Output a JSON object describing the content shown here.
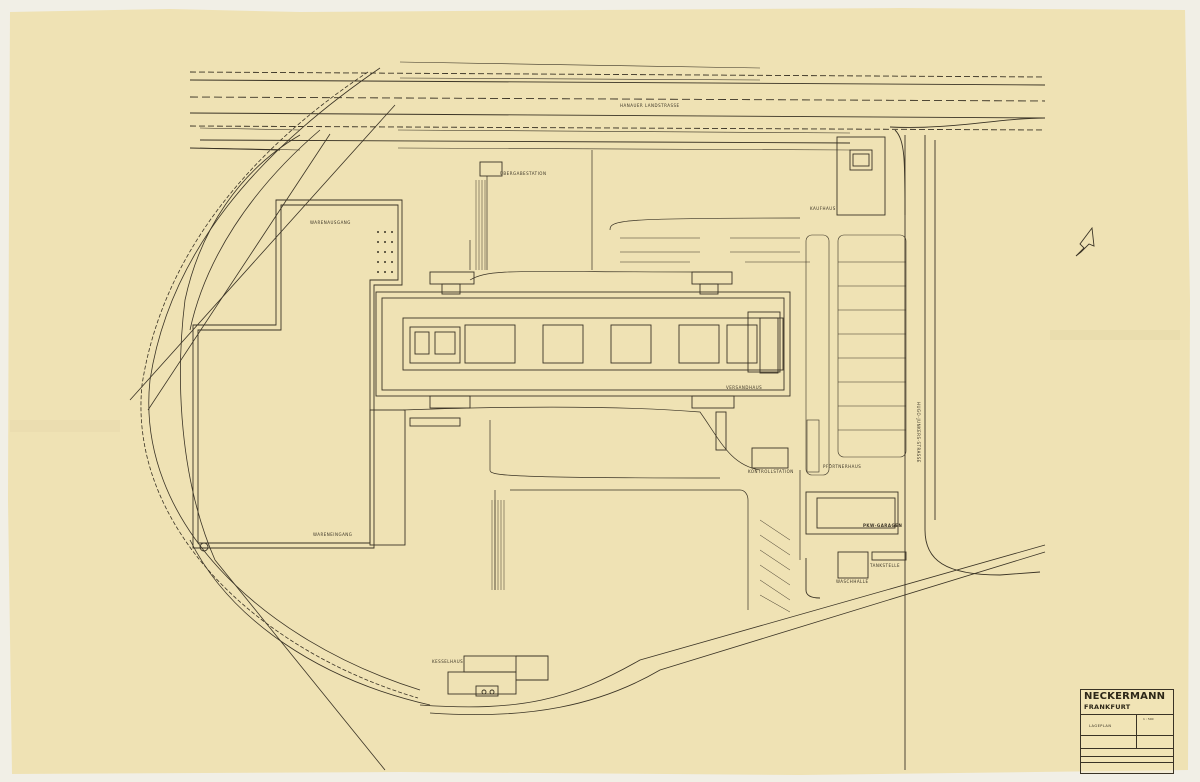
{
  "colors": {
    "paper": "#efe2b4",
    "paper_edge": "#f1efe6",
    "ink": "#3a3325"
  },
  "labels": {
    "street": "HANAUER LANDSTRASSE",
    "substation": "ÜBERGABESTATION",
    "shop": "KAUFHAUS",
    "goods_out": "WARENAUSGANG",
    "goods_in": "WARENEINGANG",
    "dispatch": "VERSANDHAUS",
    "control": "KONTROLLSTATION",
    "gatehouse": "PFÖRTNERHAUS",
    "truck_garage": "PKW-GARAGEN",
    "fuel": "TANKSTELLE",
    "wash": "WASCHHALLE",
    "boiler": "KESSELHAUS",
    "side_street": "HUGO-JUNKERS-STRASSE"
  },
  "title_block": {
    "name": "NECKERMANN",
    "city": "FRANKFURT",
    "sheet_title": "LAGEPLAN",
    "scale": "1 : 500"
  },
  "north_arrow": "north-arrow-icon"
}
